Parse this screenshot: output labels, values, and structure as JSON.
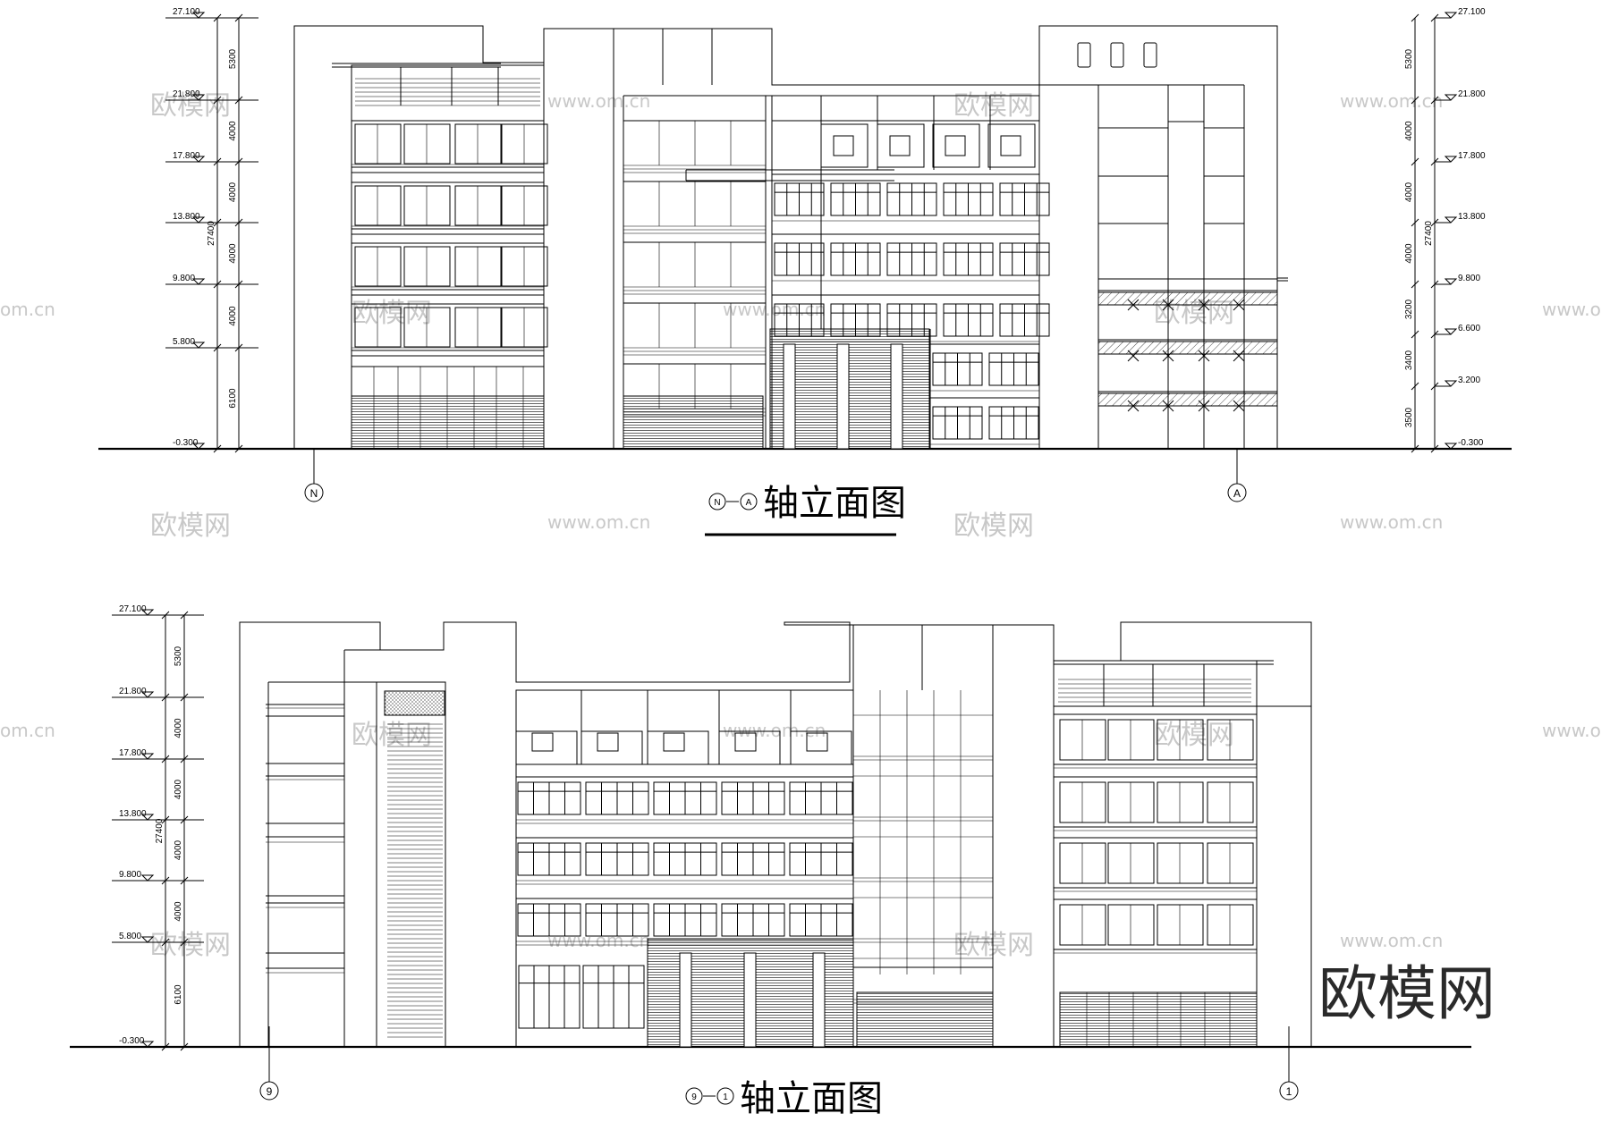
{
  "watermark": {
    "brand": "欧模网",
    "url": "www.om.cn",
    "url_cut_left": "om.cn",
    "url_cut_right": "www.o"
  },
  "elevations": [
    {
      "id": "top",
      "title": "轴立面图",
      "axis_left": "N",
      "axis_right": "A",
      "levels_left": [
        "27.100",
        "21.800",
        "17.800",
        "13.800",
        "9.800",
        "5.800",
        "-0.300"
      ],
      "dims_left": [
        "5300",
        "4000",
        "4000",
        "4000",
        "4000",
        "6100"
      ],
      "levels_right": [
        "27.100",
        "21.800",
        "17.800",
        "13.800",
        "9.800",
        "6.600",
        "3.200",
        "-0.300"
      ],
      "dims_right": [
        "5300",
        "4000",
        "4000",
        "4000",
        "3200",
        "3400",
        "3500"
      ],
      "total_height": "27400"
    },
    {
      "id": "bottom",
      "title": "轴立面图",
      "axis_left": "9",
      "axis_right": "1",
      "levels_left": [
        "27.100",
        "21.800",
        "17.800",
        "13.800",
        "9.800",
        "5.800",
        "-0.300"
      ],
      "dims_left": [
        "5300",
        "4000",
        "4000",
        "4000",
        "4000",
        "6100"
      ],
      "total_height": "27400"
    }
  ]
}
